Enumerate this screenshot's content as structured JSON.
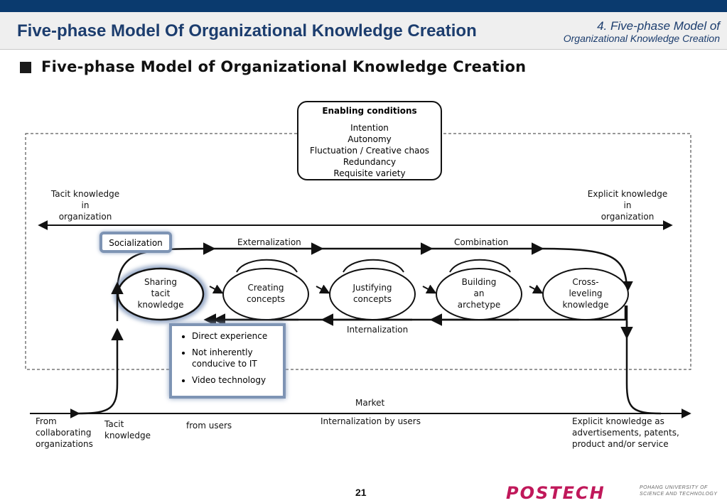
{
  "header": {
    "title": "Five-phase Model Of Organizational Knowledge Creation",
    "section_line1": "4. Five-phase Model of",
    "section_line2": "Organizational Knowledge Creation"
  },
  "subtitle": "Five-phase Model of Organizational Knowledge Creation",
  "enabling": {
    "title": "Enabling conditions",
    "items": [
      "Intention",
      "Autonomy",
      "Fluctuation / Creative chaos",
      "Redundancy",
      "Requisite variety"
    ]
  },
  "tacit_org": [
    "Tacit knowledge",
    "in",
    "organization"
  ],
  "explicit_org": [
    "Explicit knowledge",
    "in",
    "organization"
  ],
  "modes": {
    "socialization": "Socialization",
    "externalization": "Externalization",
    "combination": "Combination",
    "internalization": "Internalization"
  },
  "phases": [
    [
      "Sharing",
      "tacit",
      "knowledge"
    ],
    [
      "Creating",
      "concepts"
    ],
    [
      "Justifying",
      "concepts"
    ],
    [
      "Building",
      "an",
      "archetype"
    ],
    [
      "Cross-",
      "leveling",
      "knowledge"
    ]
  ],
  "bullets": [
    "Direct experience",
    "Not inherently conducive to IT",
    "Video technology"
  ],
  "market": {
    "label": "Market",
    "from_collab": [
      "From",
      "collaborating",
      "organizations"
    ],
    "tacit": [
      "Tacit",
      "knowledge"
    ],
    "from_users": "from users",
    "internalization_users": "Internalization by users",
    "explicit_as": [
      "Explicit knowledge as",
      "advertisements, patents,",
      "product and/or service"
    ]
  },
  "footer": {
    "page": "21",
    "logo": "POSTECH",
    "logo_sub1": "POHANG UNIVERSITY OF",
    "logo_sub2": "SCIENCE AND TECHNOLOGY"
  }
}
